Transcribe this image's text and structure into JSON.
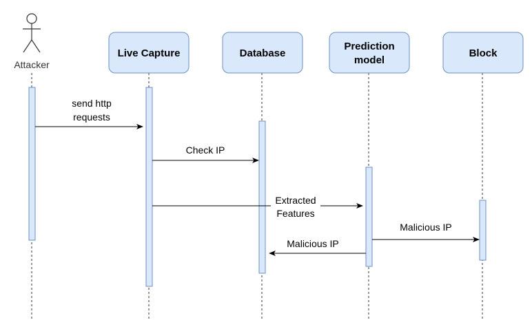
{
  "actor": {
    "label": "Attacker"
  },
  "participants": [
    {
      "id": "live-capture",
      "lines": [
        "Live Capture"
      ]
    },
    {
      "id": "database",
      "lines": [
        "Database"
      ]
    },
    {
      "id": "prediction-model",
      "lines": [
        "Prediction",
        "model"
      ]
    },
    {
      "id": "block",
      "lines": [
        "Block"
      ]
    }
  ],
  "messages": [
    {
      "id": "send-http-requests",
      "from": "attacker",
      "to": "live-capture",
      "lines": [
        "send http",
        "requests"
      ]
    },
    {
      "id": "check-ip",
      "from": "live-capture",
      "to": "database",
      "lines": [
        "Check IP"
      ]
    },
    {
      "id": "extracted-features",
      "from": "live-capture",
      "to": "prediction-model",
      "lines": [
        "Extracted",
        "Features"
      ]
    },
    {
      "id": "malicious-ip-to-block",
      "from": "prediction-model",
      "to": "block",
      "lines": [
        "Malicious IP"
      ]
    },
    {
      "id": "malicious-ip-to-database",
      "from": "prediction-model",
      "to": "database",
      "lines": [
        "Malicious IP"
      ]
    }
  ],
  "colors": {
    "fill": "#dae8fc",
    "stroke": "#6c8ebf",
    "line": "#000000"
  }
}
